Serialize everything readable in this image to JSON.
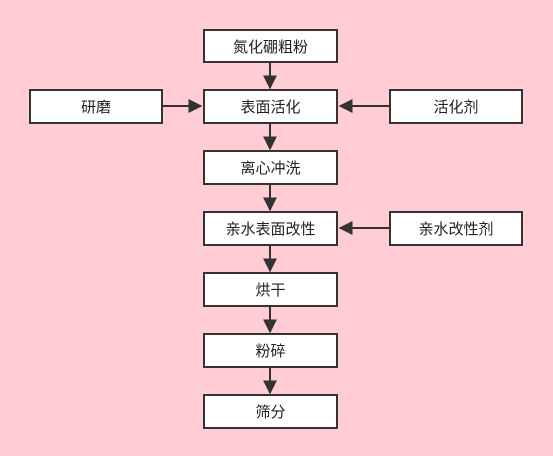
{
  "diagram": {
    "background": "#ffcdd3",
    "box_fill": "#ffffff",
    "line_color": "#333333",
    "nodes": {
      "raw": "氮化硼粗粉",
      "grind": "研磨",
      "activate": "表面活化",
      "activator": "活化剂",
      "centrifuge": "离心冲洗",
      "modify": "亲水表面改性",
      "modifier": "亲水改性剂",
      "dry": "烘干",
      "crush": "粉碎",
      "sieve": "筛分"
    }
  }
}
